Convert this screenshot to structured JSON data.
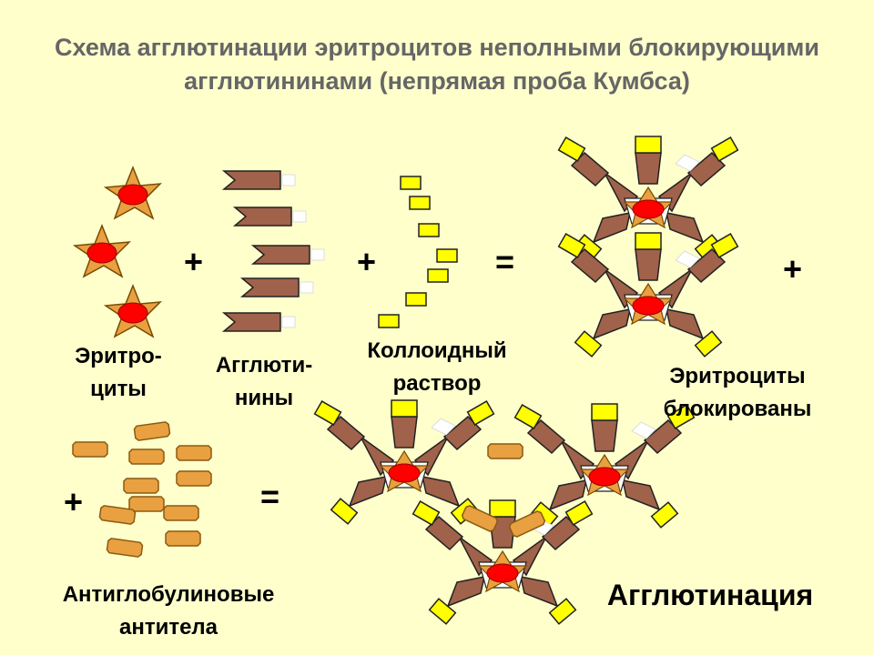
{
  "title": "Схема агглютинации эритроцитов неполными блокирующими агглютининами (непрямая проба Кумбса)",
  "labels": {
    "erythrocytes_1": "Эритро-",
    "erythrocytes_2": "циты",
    "agglutinins_1": "Агглюти-",
    "agglutinins_2": "нины",
    "colloid_1": "Коллоидный",
    "colloid_2": "раствор",
    "blocked_1": "Эритроциты",
    "blocked_2": "блокированы",
    "antiglobulin_1": "Антиглобулиновые",
    "antiglobulin_2": "антитела",
    "agglutination": "Агглютинация"
  },
  "operators": {
    "plus": "+",
    "equals": "="
  },
  "colors": {
    "background": "#FFFFCC",
    "title_text": "#666666",
    "cell_star": "#E8A040",
    "cell_core": "#FF0000",
    "antibody": "#A0624A",
    "colloid": "#FFFF00",
    "antiglobulin": "#E8A040",
    "antibody_tip": "#FFFFFF"
  },
  "icons": [
    "erythrocyte-icon",
    "agglutinin-icon",
    "colloid-particle-icon",
    "antiglobulin-icon",
    "blocked-cell-icon",
    "agglutination-cluster-icon"
  ]
}
